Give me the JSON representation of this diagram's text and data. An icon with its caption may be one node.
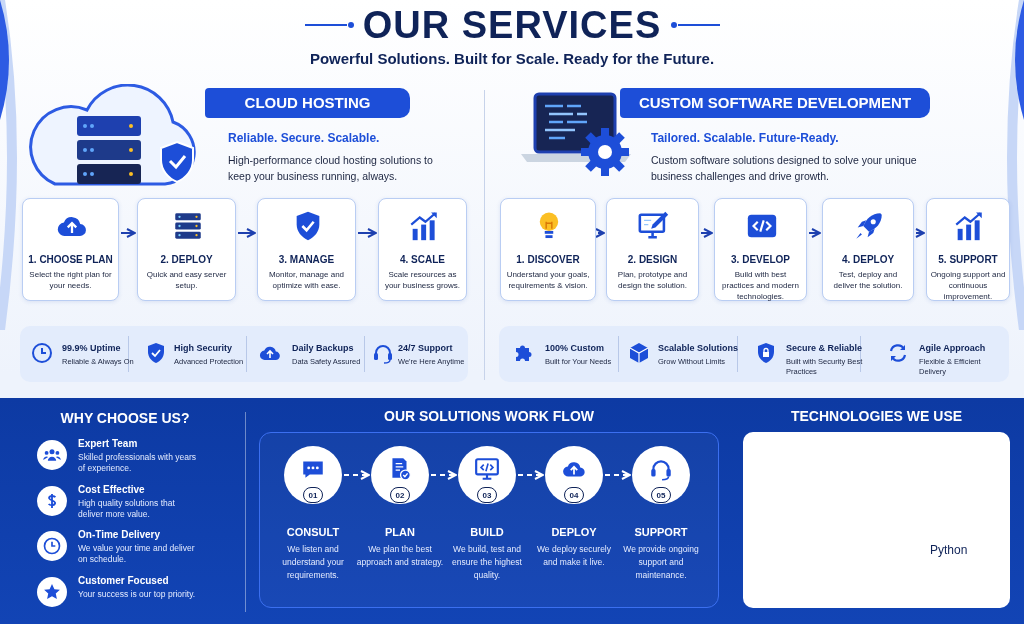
{
  "diagram": {
    "title": "OUR SERVICES",
    "nodes": [
      {
        "text": [
          "1. CHOOSE PLAN",
          "Select the right plan for your needs."
        ]
      },
      {
        "text": [
          "2. DEPLOY",
          "Quick and easy server setup."
        ]
      },
      {
        "text": [
          "3. MANAGE",
          "Monitor, manage and optimize with ease."
        ]
      },
      {
        "text": [
          "4. SCALE",
          "Scale resources as your business grows."
        ]
      },
      {
        "text": [
          "1. DISCOVER",
          "Understand your goals, requirements & vision."
        ]
      },
      {
        "text": [
          "2. DESIGN",
          "Plan, prototype and design the solution."
        ]
      },
      {
        "text": [
          "3. DEVELOP",
          "Build with best practices and modern technologies."
        ]
      },
      {
        "text": [
          "4. DEPLOY",
          "Test, deploy and deliver the solution."
        ]
      },
      {
        "text": [
          "5. SUPPORT",
          "Ongoing support and continuous improvement."
        ]
      },
      {
        "text": [
          "01"
        ],
        "beside": [
          "CONSULT",
          "We listen and understand your requirements."
        ]
      },
      {
        "text": [
          "02"
        ],
        "beside": [
          "PLAN",
          "We plan the best approach and strategy."
        ]
      },
      {
        "text": [
          "03"
        ],
        "beside": [
          "BUILD",
          "We build, test and ensure the highest quality."
        ]
      },
      {
        "text": [
          "04"
        ],
        "beside": [
          "DEPLOY",
          "We deploy securely and make it live."
        ]
      },
      {
        "text": [
          "05"
        ],
        "beside": [
          "SUPPORT",
          "We provide ongoing support and maintenance."
        ]
      }
    ],
    "edges": [
      {
        "from": 0,
        "to": 1,
        "arrow": "to"
      },
      {
        "from": 1,
        "to": 2,
        "arrow": "to"
      },
      {
        "from": 2,
        "to": 3,
        "arrow": "to"
      },
      {
        "from": 4,
        "to": 5,
        "arrow": "to"
      },
      {
        "from": 5,
        "to": 6,
        "arrow": "to"
      },
      {
        "from": 6,
        "to": 7,
        "arrow": "to"
      },
      {
        "from": 7,
        "to": 8,
        "arrow": "to"
      },
      {
        "from": 9,
        "to": 10,
        "arrow": "to",
        "style": "dashed",
        "color": "#ffffff"
      },
      {
        "from": 10,
        "to": 11,
        "arrow": "to",
        "style": "dashed",
        "color": "#ffffff"
      },
      {
        "from": 11,
        "to": 12,
        "arrow": "to",
        "style": "dashed",
        "color": "#ffffff"
      },
      {
        "from": 12,
        "to": 13,
        "arrow": "to",
        "style": "dashed",
        "color": "#ffffff"
      }
    ],
    "labels": [
      "Powerful Solutions. Built for Scale. Ready for the Future.",
      "CLOUD HOSTING",
      "Reliable. Secure. Scalable.",
      "High-performance cloud hosting solutions to keep your business running, always.",
      "CUSTOM SOFTWARE DEVELOPMENT",
      "Tailored. Scalable. Future-Ready.",
      "Custom software solutions designed to solve your unique business challenges and drive growth.",
      "99.9% Uptime",
      "Reliable & Always On",
      "High Security",
      "Advanced Protection",
      "Daily Backups",
      "Data Safety Assured",
      "24/7 Support",
      "We're Here Anytime",
      "100% Custom",
      "Built for Your Needs",
      "Scalable Solutions",
      "Grow Without Limits",
      "Secure & Reliable",
      "Built with Security Best Practices",
      "Agile Approach",
      "Flexible & Efficient Delivery",
      "WHY CHOOSE US?",
      "Expert Team",
      "Skilled professionals with years of experience.",
      "Cost Effective",
      "High quality solutions that deliver more value.",
      "On-Time Delivery",
      "We value your time and deliver on schedule.",
      "Customer Focused",
      "Your success is our top priority.",
      "OUR SOLUTIONS WORK FLOW",
      "TECHNOLOGIES WE USE",
      "Python"
    ]
  }
}
